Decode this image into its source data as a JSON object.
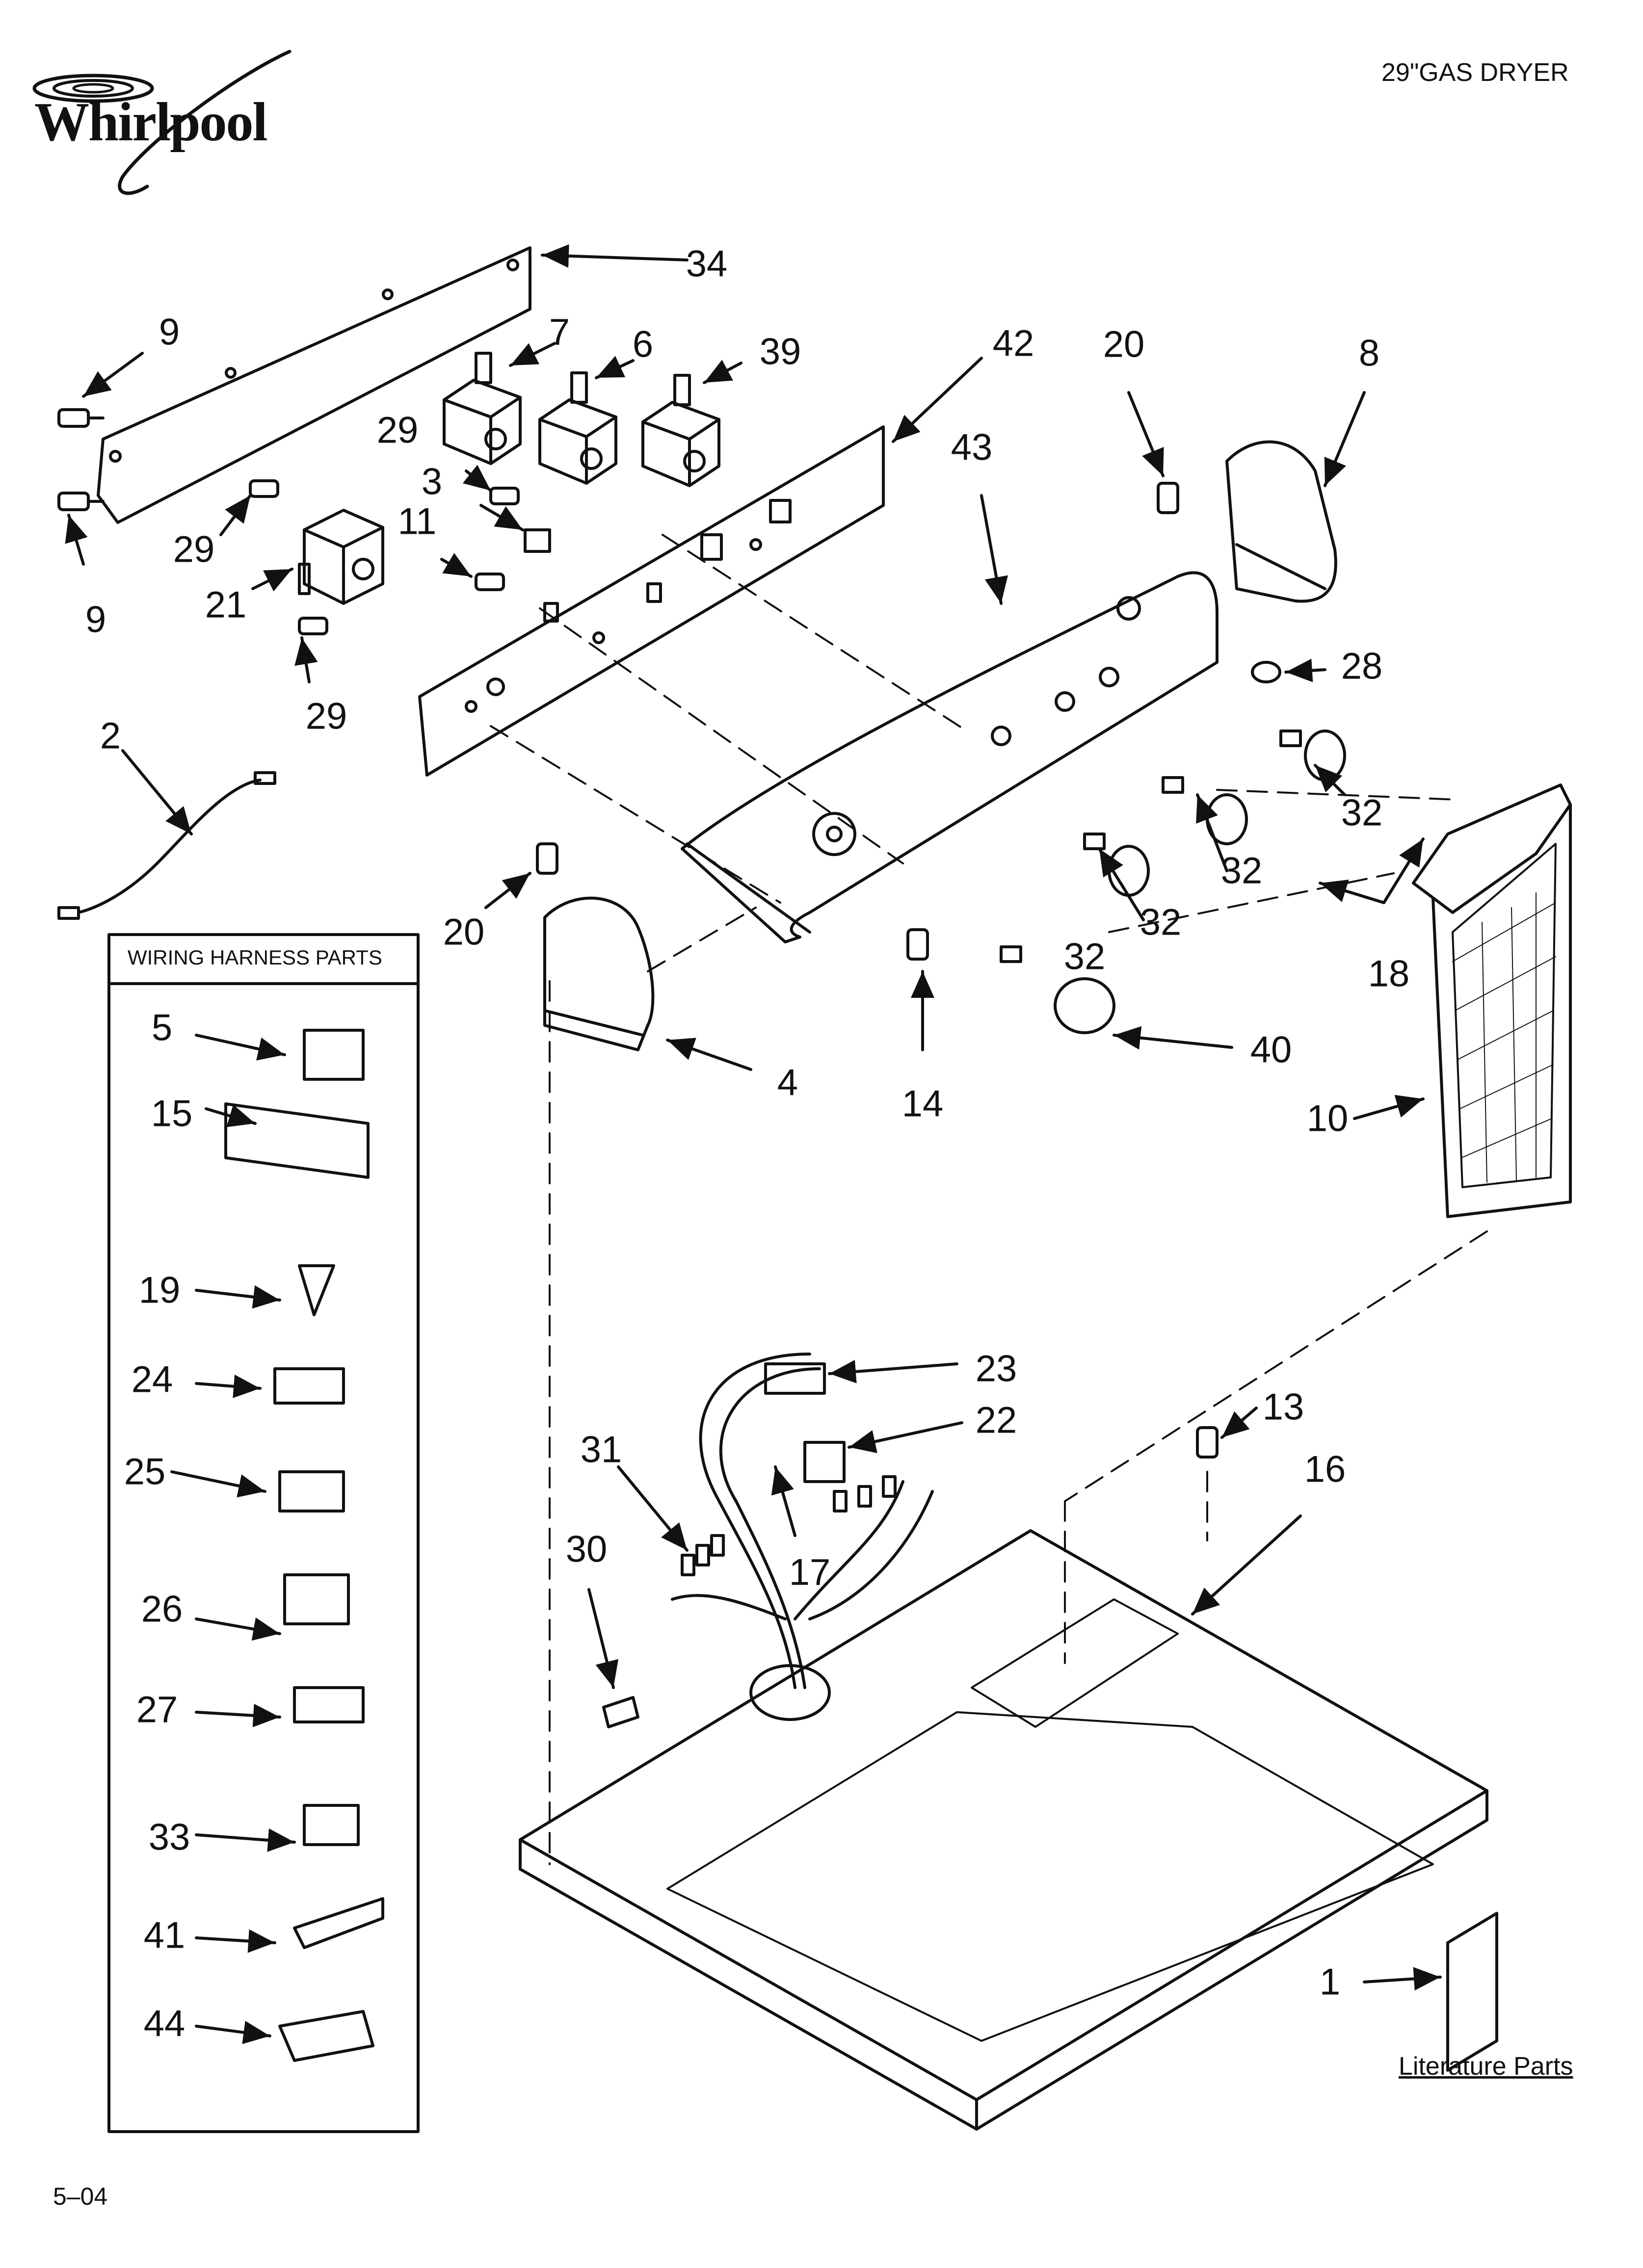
{
  "header": {
    "brand": "Whirlpool",
    "model_title": "29\"GAS DRYER"
  },
  "footer": {
    "page_code": "5–04"
  },
  "wiring_harness_box": {
    "title": "WIRING HARNESS PARTS",
    "items": [
      "5",
      "15",
      "19",
      "24",
      "25",
      "26",
      "27",
      "33",
      "41",
      "44"
    ]
  },
  "literature": {
    "label": "Literature Parts",
    "item": "1"
  },
  "callouts": [
    "34",
    "9",
    "7",
    "6",
    "39",
    "42",
    "20",
    "8",
    "29",
    "3",
    "43",
    "11",
    "29",
    "21",
    "9",
    "28",
    "29",
    "2",
    "32",
    "32",
    "32",
    "32",
    "18",
    "20",
    "40",
    "4",
    "14",
    "10",
    "23",
    "22",
    "13",
    "31",
    "16",
    "17",
    "30"
  ],
  "colors": {
    "ink": "#111111",
    "background": "#ffffff"
  }
}
